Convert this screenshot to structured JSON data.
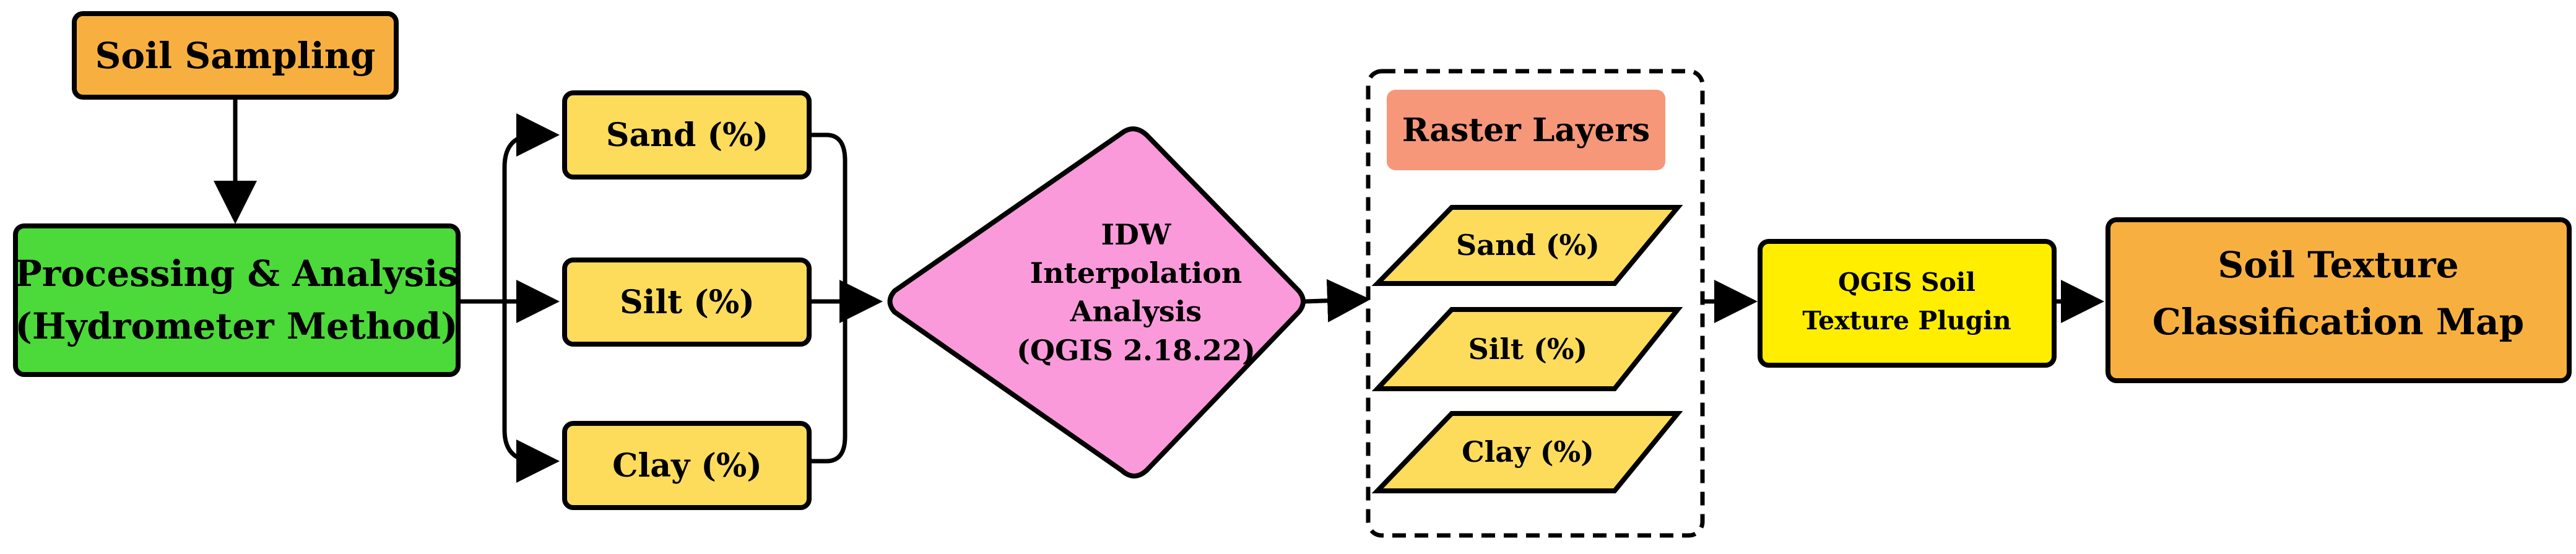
{
  "soil_sampling": {
    "label": "Soil Sampling",
    "color": "#F7B040"
  },
  "processing": {
    "line1": "Processing & Analysis",
    "line2": "(Hydrometer Method)",
    "color": "#4CD93A"
  },
  "fractions": {
    "sand": "Sand (%)",
    "silt": "Silt (%)",
    "clay": "Clay (%)",
    "color": "#FDDC5C"
  },
  "idw": {
    "line1": "IDW",
    "line2": "Interpolation",
    "line3": "Analysis",
    "line4": "(QGIS 2.18.22)",
    "color": "#FB9ADB"
  },
  "raster": {
    "title": "Raster Layers",
    "title_color": "#F79779",
    "layers": [
      "Sand (%)",
      "Silt (%)",
      "Clay (%)"
    ]
  },
  "plugin": {
    "line1": "QGIS Soil",
    "line2": "Texture Plugin",
    "color": "#FFEE00"
  },
  "output": {
    "line1": "Soil Texture",
    "line2": "Classification Map",
    "color": "#F7B040"
  }
}
